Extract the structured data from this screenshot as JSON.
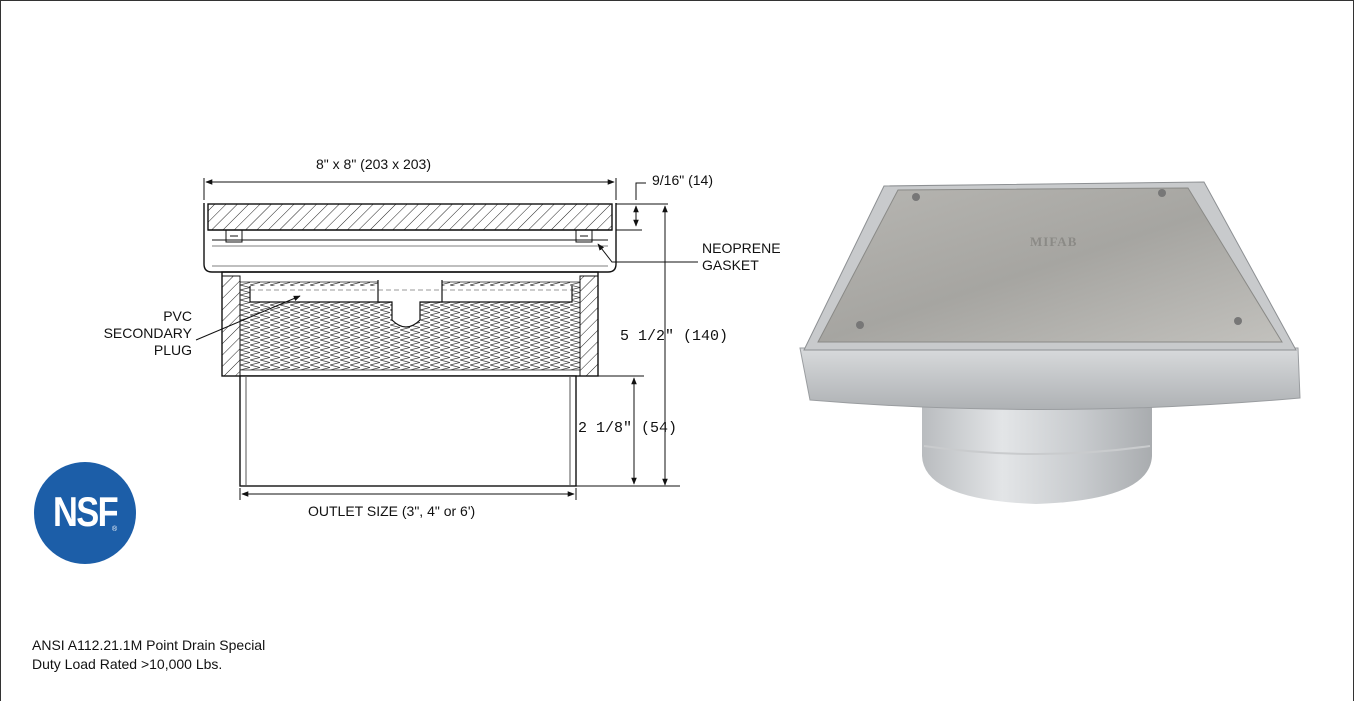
{
  "labels": {
    "overall_size": "8\" x 8\" (203 x 203)",
    "grate_thickness": "9/16\" (14)",
    "gasket": [
      "NEOPRENE",
      "GASKET"
    ],
    "plug": [
      "PVC",
      "SECONDARY",
      "PLUG"
    ],
    "total_height": "5 1/2\" (140)",
    "outlet_height": "2 1/8\" (54)",
    "outlet_size": "OUTLET SIZE (3\", 4\" or 6')"
  },
  "logo": {
    "text": "NSF",
    "reg": "®",
    "color": "#1c5ea8"
  },
  "product_brand": "MIFAB",
  "footnote": {
    "line1": "ANSI A112.21.1M Point Drain Special",
    "line2": "Duty Load Rated >10,000 Lbs."
  }
}
